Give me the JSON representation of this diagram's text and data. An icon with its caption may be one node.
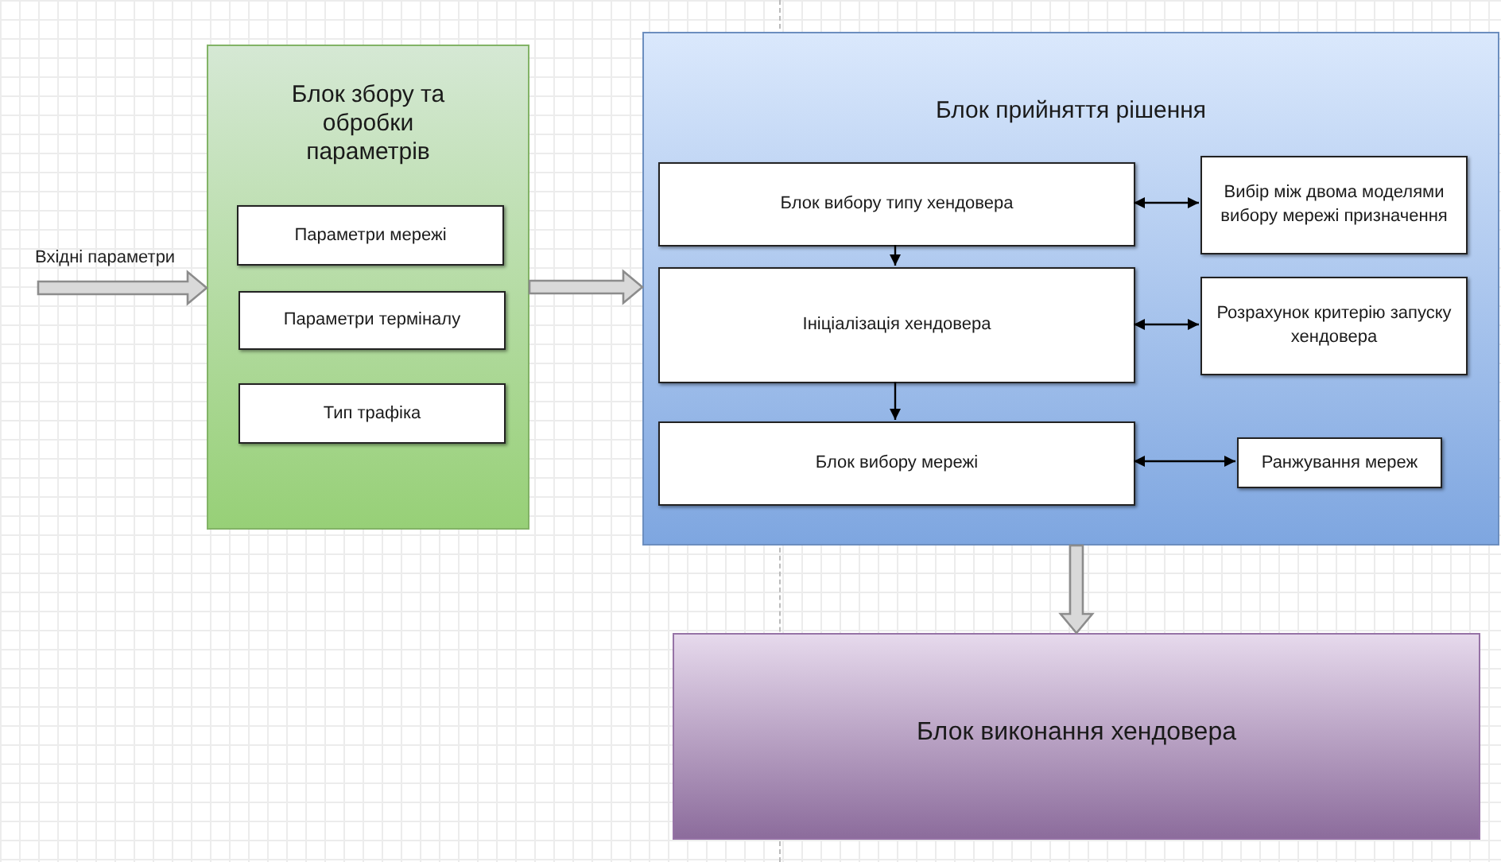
{
  "diagram": {
    "nodes": [
      {
        "text": [
          "Блок збору та обробки параметрів"
        ]
      },
      {
        "text": [
          "Параметри мережі"
        ],
        "in": 0
      },
      {
        "text": [
          "Параметри терміналу"
        ],
        "in": 0
      },
      {
        "text": [
          "Тип трафіка"
        ],
        "in": 0
      },
      {
        "text": [
          "Блок прийняття рішення"
        ]
      },
      {
        "text": [
          "Блок вибору типу хендовера"
        ],
        "in": 4
      },
      {
        "text": [
          "Вибір між двома моделями вибору мережі призначення"
        ],
        "in": 4
      },
      {
        "text": [
          "Ініціалізація хендовера"
        ],
        "in": 4
      },
      {
        "text": [
          "Розрахунок критерію запуску хендовера"
        ],
        "in": 4
      },
      {
        "text": [
          "Блок вибору мережі"
        ],
        "in": 4
      },
      {
        "text": [
          "Ранжування мереж"
        ],
        "in": 4
      },
      {
        "text": [
          "Блок виконання хендовера"
        ]
      }
    ],
    "edges": [
      {
        "from": null,
        "to": 0,
        "arrow": "to",
        "label": "Вхідні параметри",
        "style": "thick"
      },
      {
        "from": 0,
        "to": 4,
        "arrow": "to",
        "style": "thick"
      },
      {
        "from": 5,
        "to": 7,
        "arrow": "to"
      },
      {
        "from": 5,
        "to": 6,
        "arrow": "both"
      },
      {
        "from": 7,
        "to": 9,
        "arrow": "to"
      },
      {
        "from": 7,
        "to": 8,
        "arrow": "both"
      },
      {
        "from": 9,
        "to": 10,
        "arrow": "both"
      },
      {
        "from": 4,
        "to": 11,
        "arrow": "to",
        "style": "thick"
      }
    ]
  }
}
